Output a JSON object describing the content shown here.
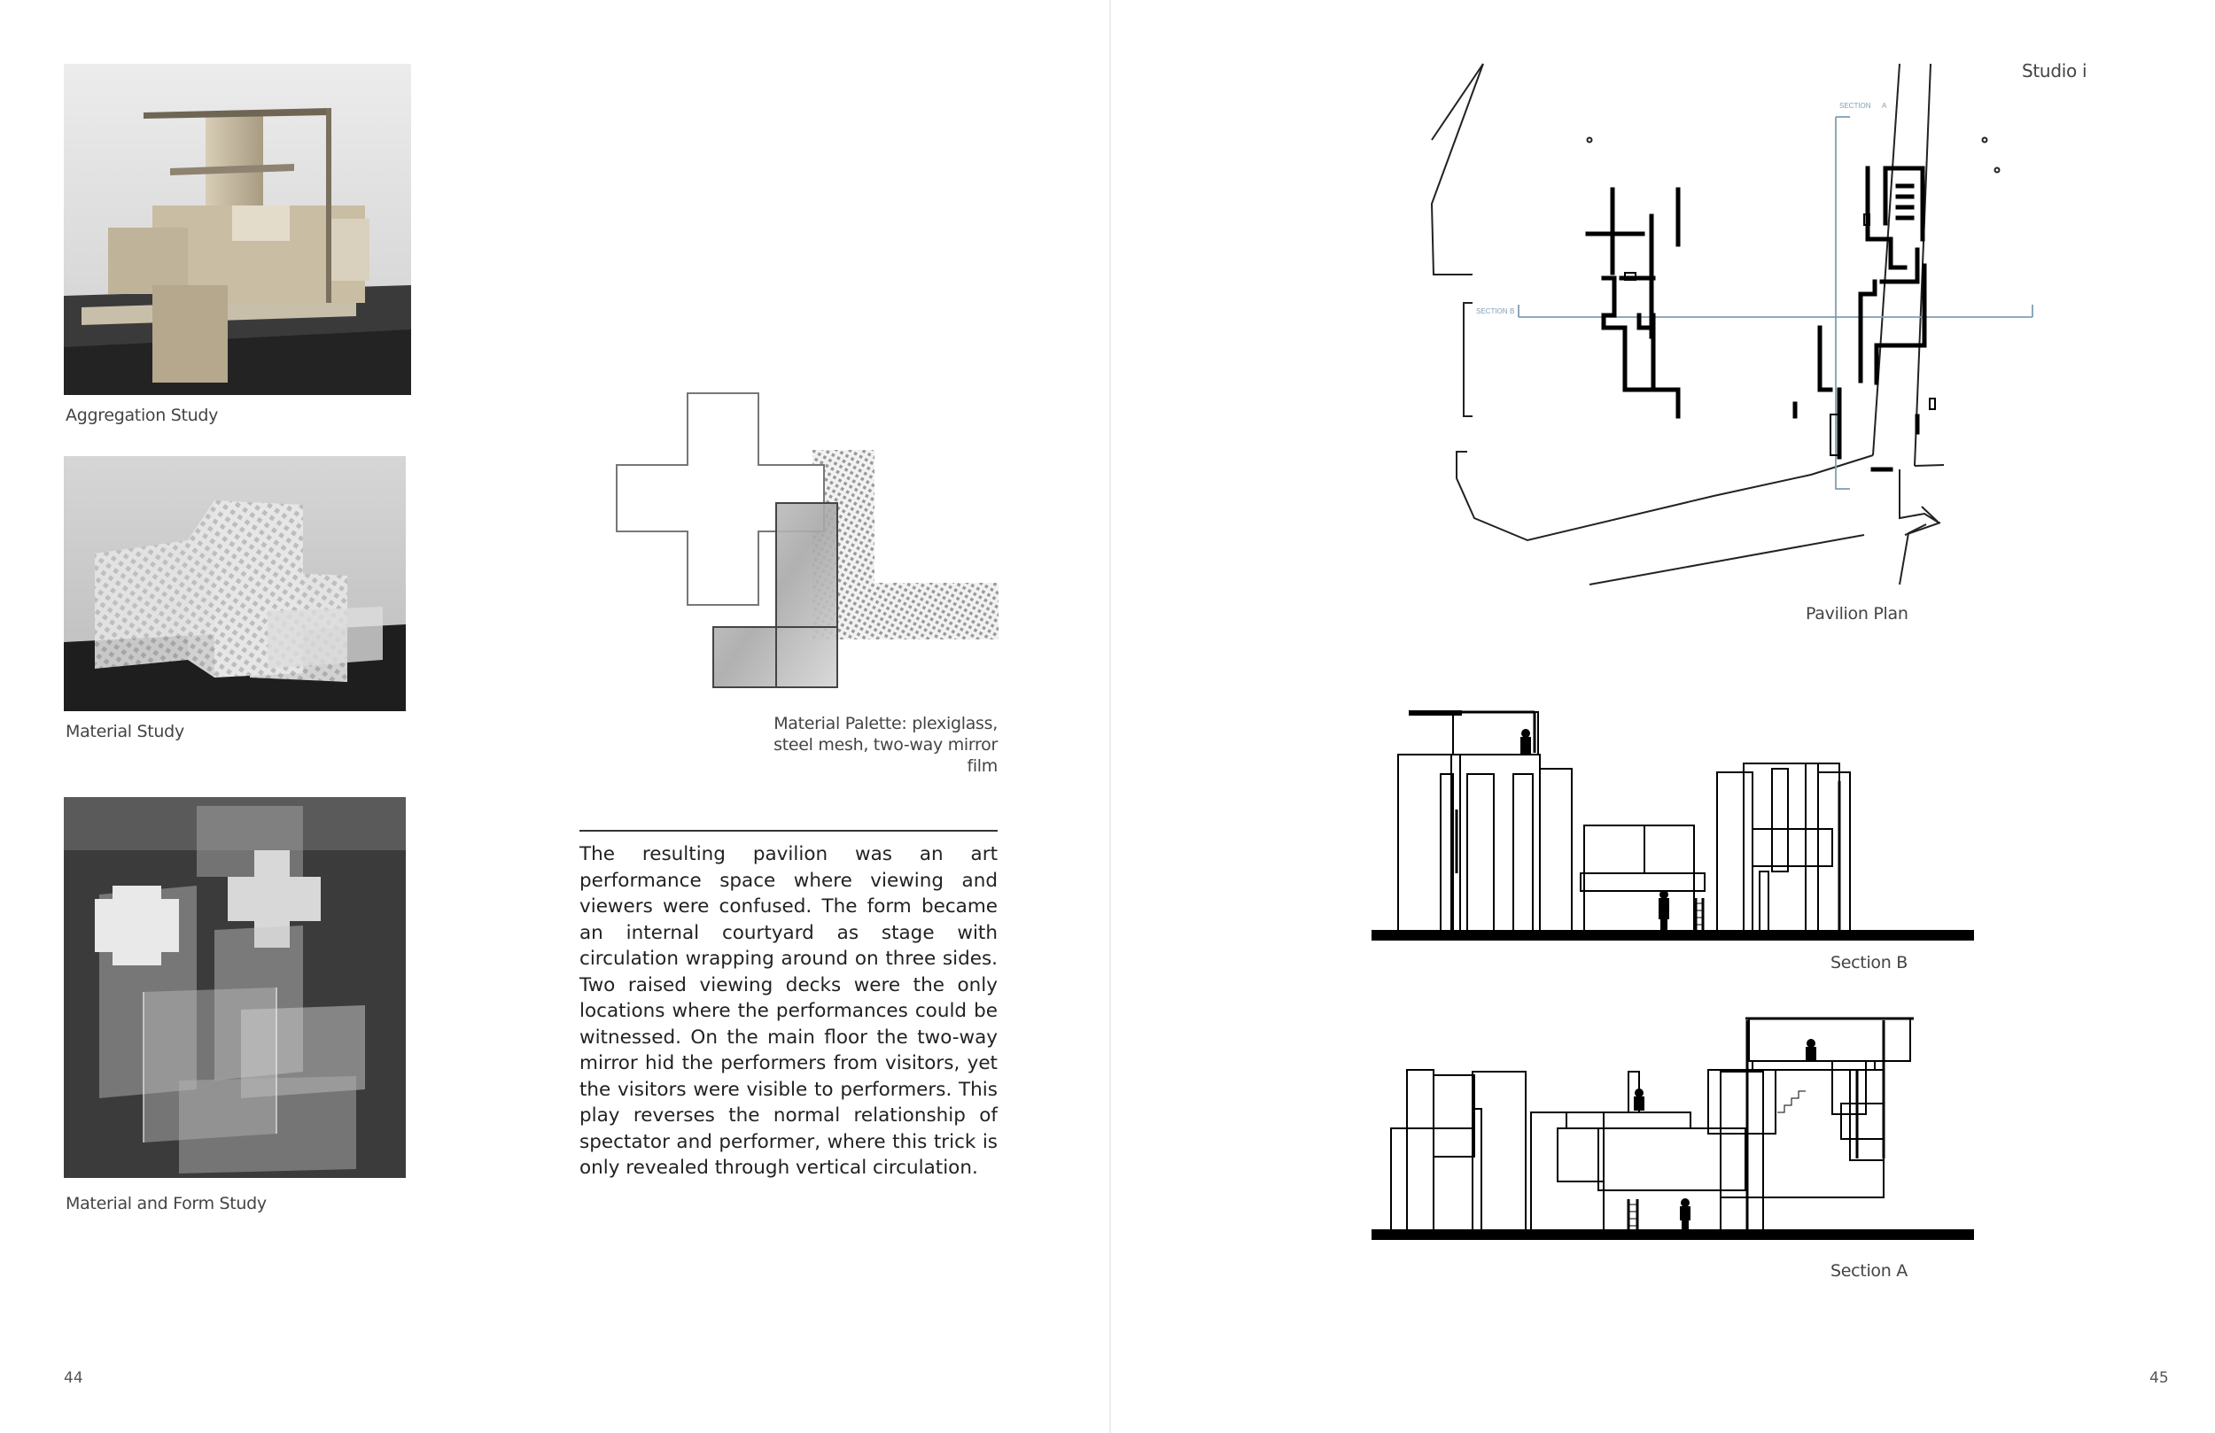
{
  "left_page": {
    "photos": [
      {
        "caption": "Aggregation Study"
      },
      {
        "caption": "Material Study"
      },
      {
        "caption": "Material and Form Study"
      }
    ],
    "palette_caption": "Material Palette: plexiglass, steel mesh, two-way mirror film",
    "body_text": "The resulting pavilion was an art performance space where viewing and viewers were confused. The form became an internal courtyard as stage with circulation wrapping around on three sides. Two raised viewing decks were the only locations where the performances could be witnessed. On the main floor the two-way mirror hid the performers from visitors, yet the visitors were visible to performers. This play reverses the normal relationship of spectator and performer, where this trick is only revealed through vertical circulation.",
    "page_number": "44"
  },
  "right_page": {
    "header": "Studio i",
    "plan": {
      "caption": "Pavilion Plan",
      "section_a_label": "SECTION",
      "section_a_letter": "A",
      "section_b_label": "SECTION",
      "section_b_letter": "B"
    },
    "section_b": {
      "caption": "Section B"
    },
    "section_a": {
      "caption": "Section A"
    },
    "page_number": "45"
  },
  "colors": {
    "section_line": "#7f9fb5",
    "ink": "#000000",
    "model_dark": "#2b2b2b",
    "model_beige": "#c9bda4"
  }
}
